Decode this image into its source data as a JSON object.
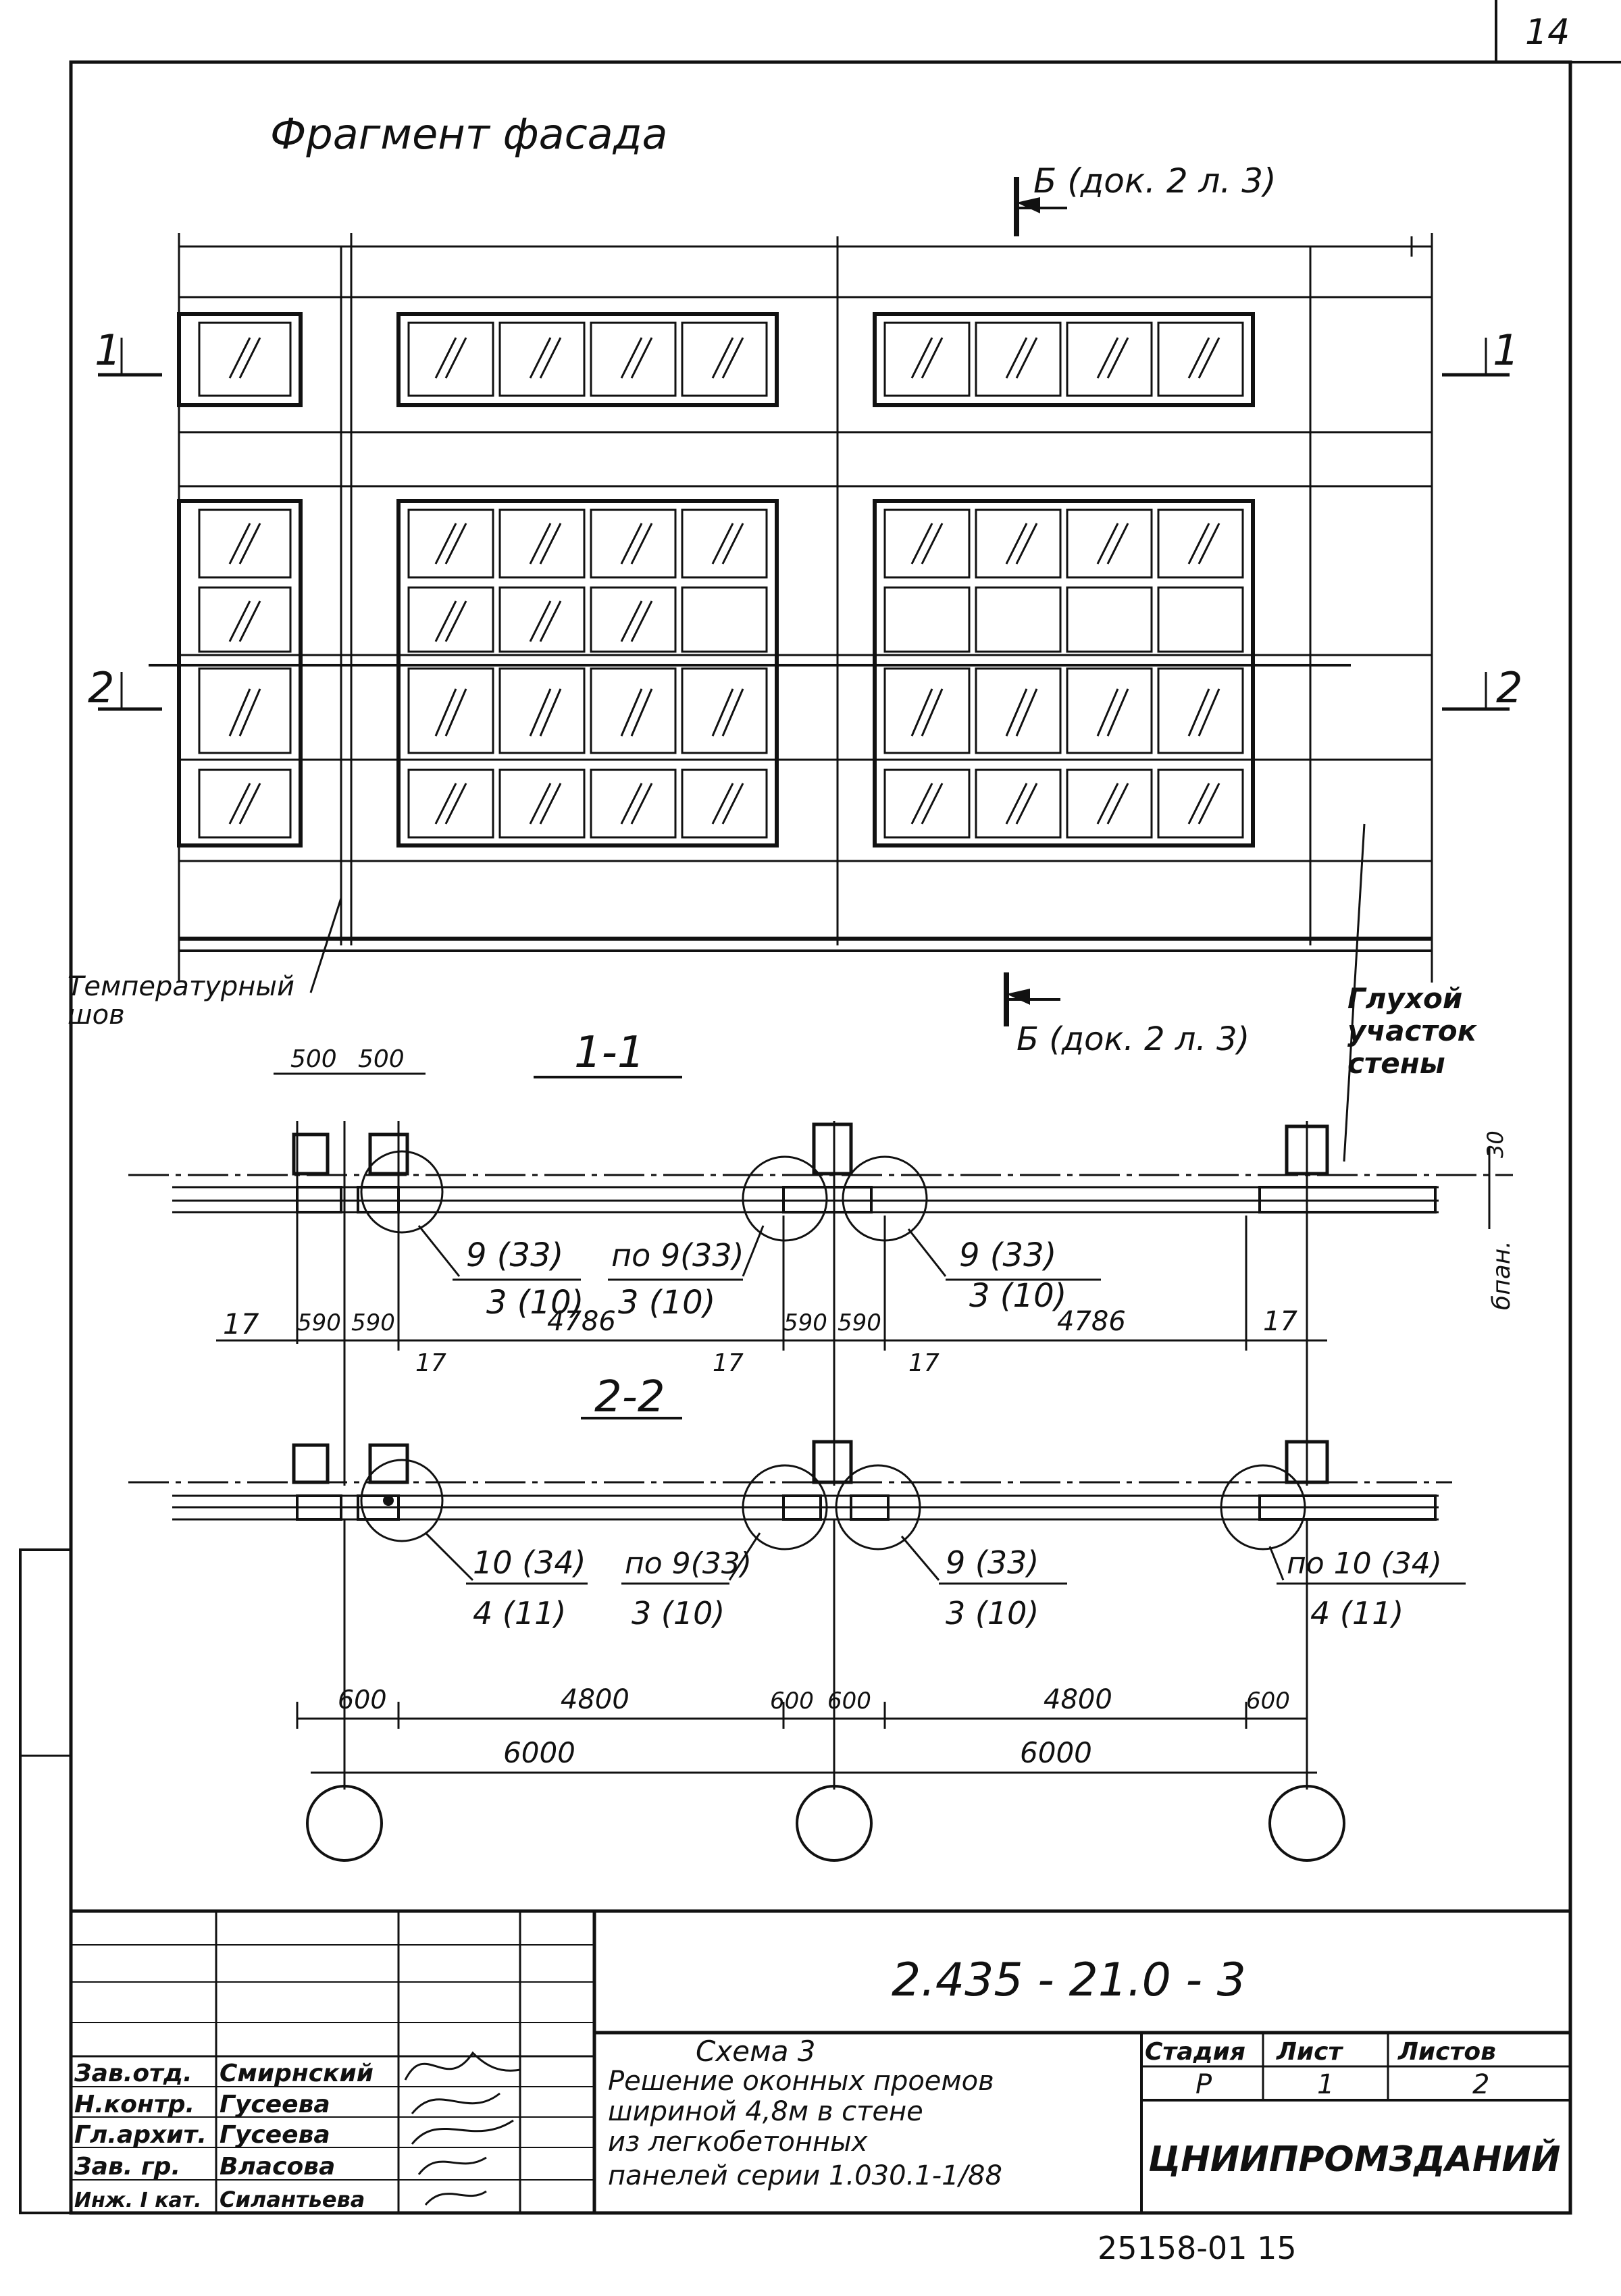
{
  "sheet": {
    "page_number": "14",
    "facade_title": "Фрагмент фасада",
    "section_b_top": "Б (док. 2 л. 3)",
    "section_b_bottom": "Б (док. 2 л. 3)",
    "cut_1_left": "1",
    "cut_1_right": "1",
    "cut_2_left": "2",
    "cut_2_right": "2",
    "note_expansion_joint": "Температурный шов",
    "note_blank_wall": "Глухой участок стены",
    "section_1_1_title": "1-1",
    "section_2_2_title": "2-2"
  },
  "section_1_1": {
    "dim_top": [
      "500",
      "500"
    ],
    "thickness_30": "30",
    "thickness_label": "бпан.",
    "callouts": [
      {
        "top": "9 (33)",
        "bottom": "3 (10)"
      },
      {
        "top": "по 9(33)",
        "bottom": "3 (10)"
      },
      {
        "top": "9 (33)",
        "bottom": "3 (10)"
      }
    ],
    "dims_bottom": [
      "17",
      "590",
      "590",
      "4786",
      "590",
      "590",
      "4786",
      "17",
      "17",
      "17",
      "17"
    ]
  },
  "section_2_2": {
    "callouts": [
      {
        "top": "10 (34)",
        "bottom": "4 (11)"
      },
      {
        "top": "по 9(33)",
        "bottom": "3 (10)"
      },
      {
        "top": "9 (33)",
        "bottom": "3 (10)"
      },
      {
        "top": "по 10 (34)",
        "bottom": "4 (11)"
      }
    ],
    "dims_row1": [
      "600",
      "4800",
      "600",
      "600",
      "4800",
      "600"
    ],
    "dims_row2": [
      "6000",
      "6000"
    ]
  },
  "title_block": {
    "doc_code": "2.435 - 21.0 - 3",
    "roles": [
      "Зав.отд.",
      "Н.контр.",
      "Гл.архит.",
      "Зав. гр.",
      "Инж. I кат."
    ],
    "names": [
      "Смирнский",
      "Гусеева",
      "Гусеева",
      "Власова",
      "Силантьева"
    ],
    "description_lines": [
      "Схема 3",
      "Решение оконных проемов",
      "шириной 4,8м в стене",
      "из легкобетонных",
      "панелей серии 1.030.1-1/88"
    ],
    "col_stage": "Стадия",
    "col_sheet": "Лист",
    "col_sheets": "Листов",
    "val_stage": "Р",
    "val_sheet": "1",
    "val_sheets": "2",
    "organization": "ЦНИИПРОМЗДАНИЙ",
    "footer_number": "25158-01 15"
  }
}
